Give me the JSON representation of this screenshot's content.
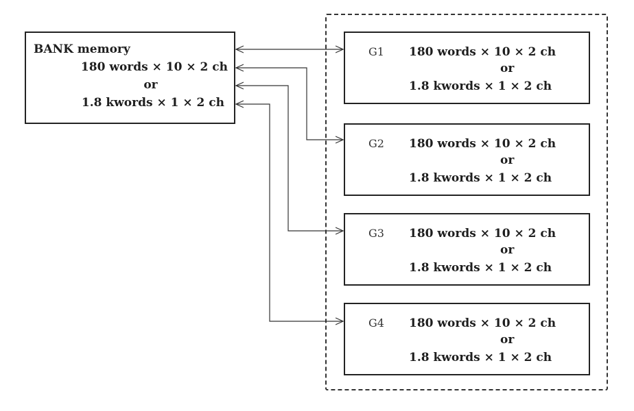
{
  "bank": {
    "title": "BANK memory",
    "line1": "180 words × 10 × 2 ch",
    "line2": "or",
    "line3": "1.8 kwords × 1 × 2 ch"
  },
  "groups": [
    {
      "label": "G1",
      "line1": "180 words × 10 × 2 ch",
      "line2": "or",
      "line3": "1.8 kwords × 1 × 2 ch"
    },
    {
      "label": "G2",
      "line1": "180 words × 10 × 2 ch",
      "line2": "or",
      "line3": "1.8 kwords × 1 × 2 ch"
    },
    {
      "label": "G3",
      "line1": "180 words × 10 × 2 ch",
      "line2": "or",
      "line3": "1.8 kwords × 1 × 2 ch"
    },
    {
      "label": "G4",
      "line1": "180 words × 10 × 2 ch",
      "line2": "or",
      "line3": "1.8 kwords × 1 × 2 ch"
    }
  ],
  "connections": [
    {
      "from": "BANK memory",
      "to": "G1",
      "direction": "bidirectional"
    },
    {
      "from": "BANK memory",
      "to": "G2",
      "direction": "bidirectional"
    },
    {
      "from": "BANK memory",
      "to": "G3",
      "direction": "bidirectional"
    },
    {
      "from": "BANK memory",
      "to": "G4",
      "direction": "bidirectional"
    }
  ],
  "colors": {
    "line": "#222222",
    "background": "#ffffff"
  }
}
